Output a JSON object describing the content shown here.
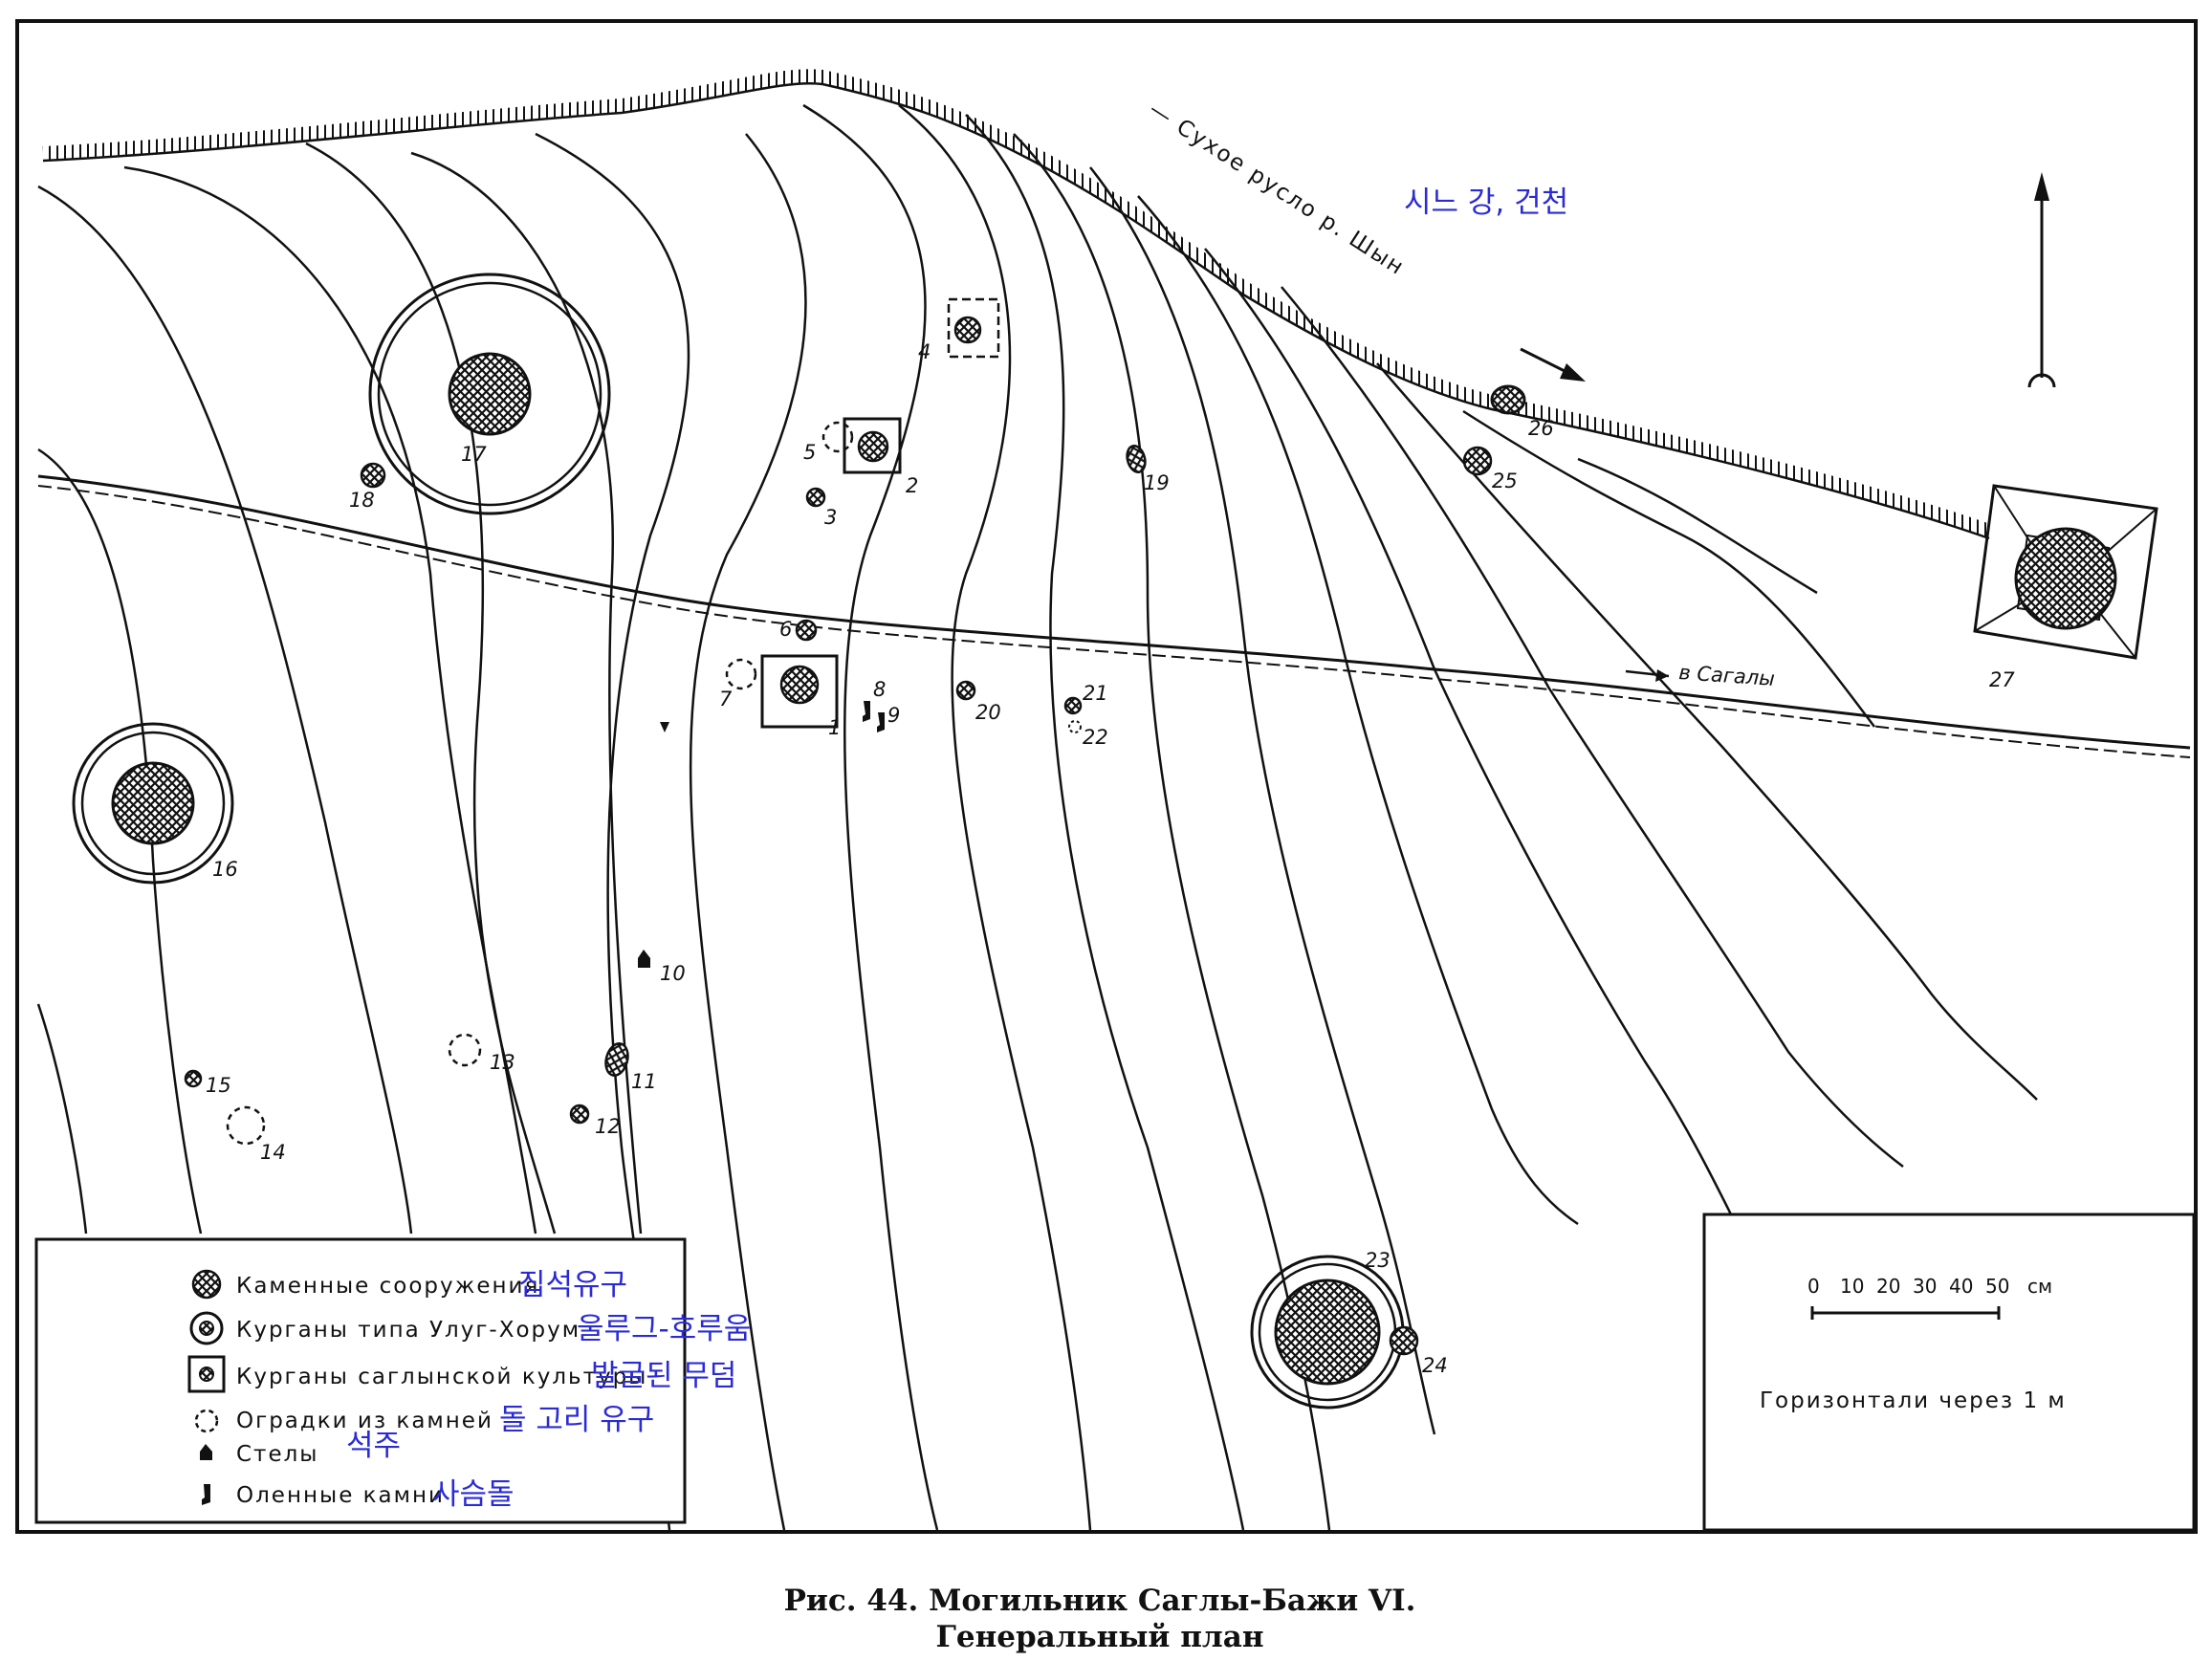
{
  "river": {
    "label_ru": "— Сухое русло р. Шын",
    "label_ko": "시느 강, 건천"
  },
  "road": {
    "label": "в Сагалы"
  },
  "site_labels": [
    "1",
    "2",
    "3",
    "4",
    "5",
    "6",
    "7",
    "8",
    "9",
    "10",
    "11",
    "12",
    "13",
    "14",
    "15",
    "16",
    "17",
    "18",
    "19",
    "20",
    "21",
    "22",
    "23",
    "24",
    "25",
    "26",
    "27"
  ],
  "legend": {
    "items": [
      {
        "icon": "stone-structure-icon",
        "label_ru": "Каменные сооружения",
        "label_ko": "집석유구"
      },
      {
        "icon": "ulug-khorum-kurgan-icon",
        "label_ru": "Курганы типа Улуг-Хорум",
        "label_ko": "울루그-호루움"
      },
      {
        "icon": "saglyn-kurgan-icon",
        "label_ru": "Курганы саглынской культуры",
        "label_ko": "발굴된 무덤"
      },
      {
        "icon": "stone-fence-icon",
        "label_ru": "Оградки из камней",
        "label_ko": "돌 고리 유구"
      },
      {
        "icon": "stele-icon",
        "label_ru": "Стелы",
        "label_ko": "석주"
      },
      {
        "icon": "deer-stone-icon",
        "label_ru": "Оленные камни",
        "label_ko": "사슴돌"
      }
    ]
  },
  "scale": {
    "ticks": [
      "0",
      "10",
      "20",
      "30",
      "40",
      "50"
    ],
    "unit": "см",
    "contour_note": "Горизонтали через 1 м"
  },
  "caption": {
    "line1": "Рис. 44. Могильник Саглы-Бажи VI.",
    "line2": "Генеральный план"
  },
  "colors": {
    "ink": "#111111",
    "korean_annotations": "#2b2bd6",
    "paper": "#ffffff"
  }
}
